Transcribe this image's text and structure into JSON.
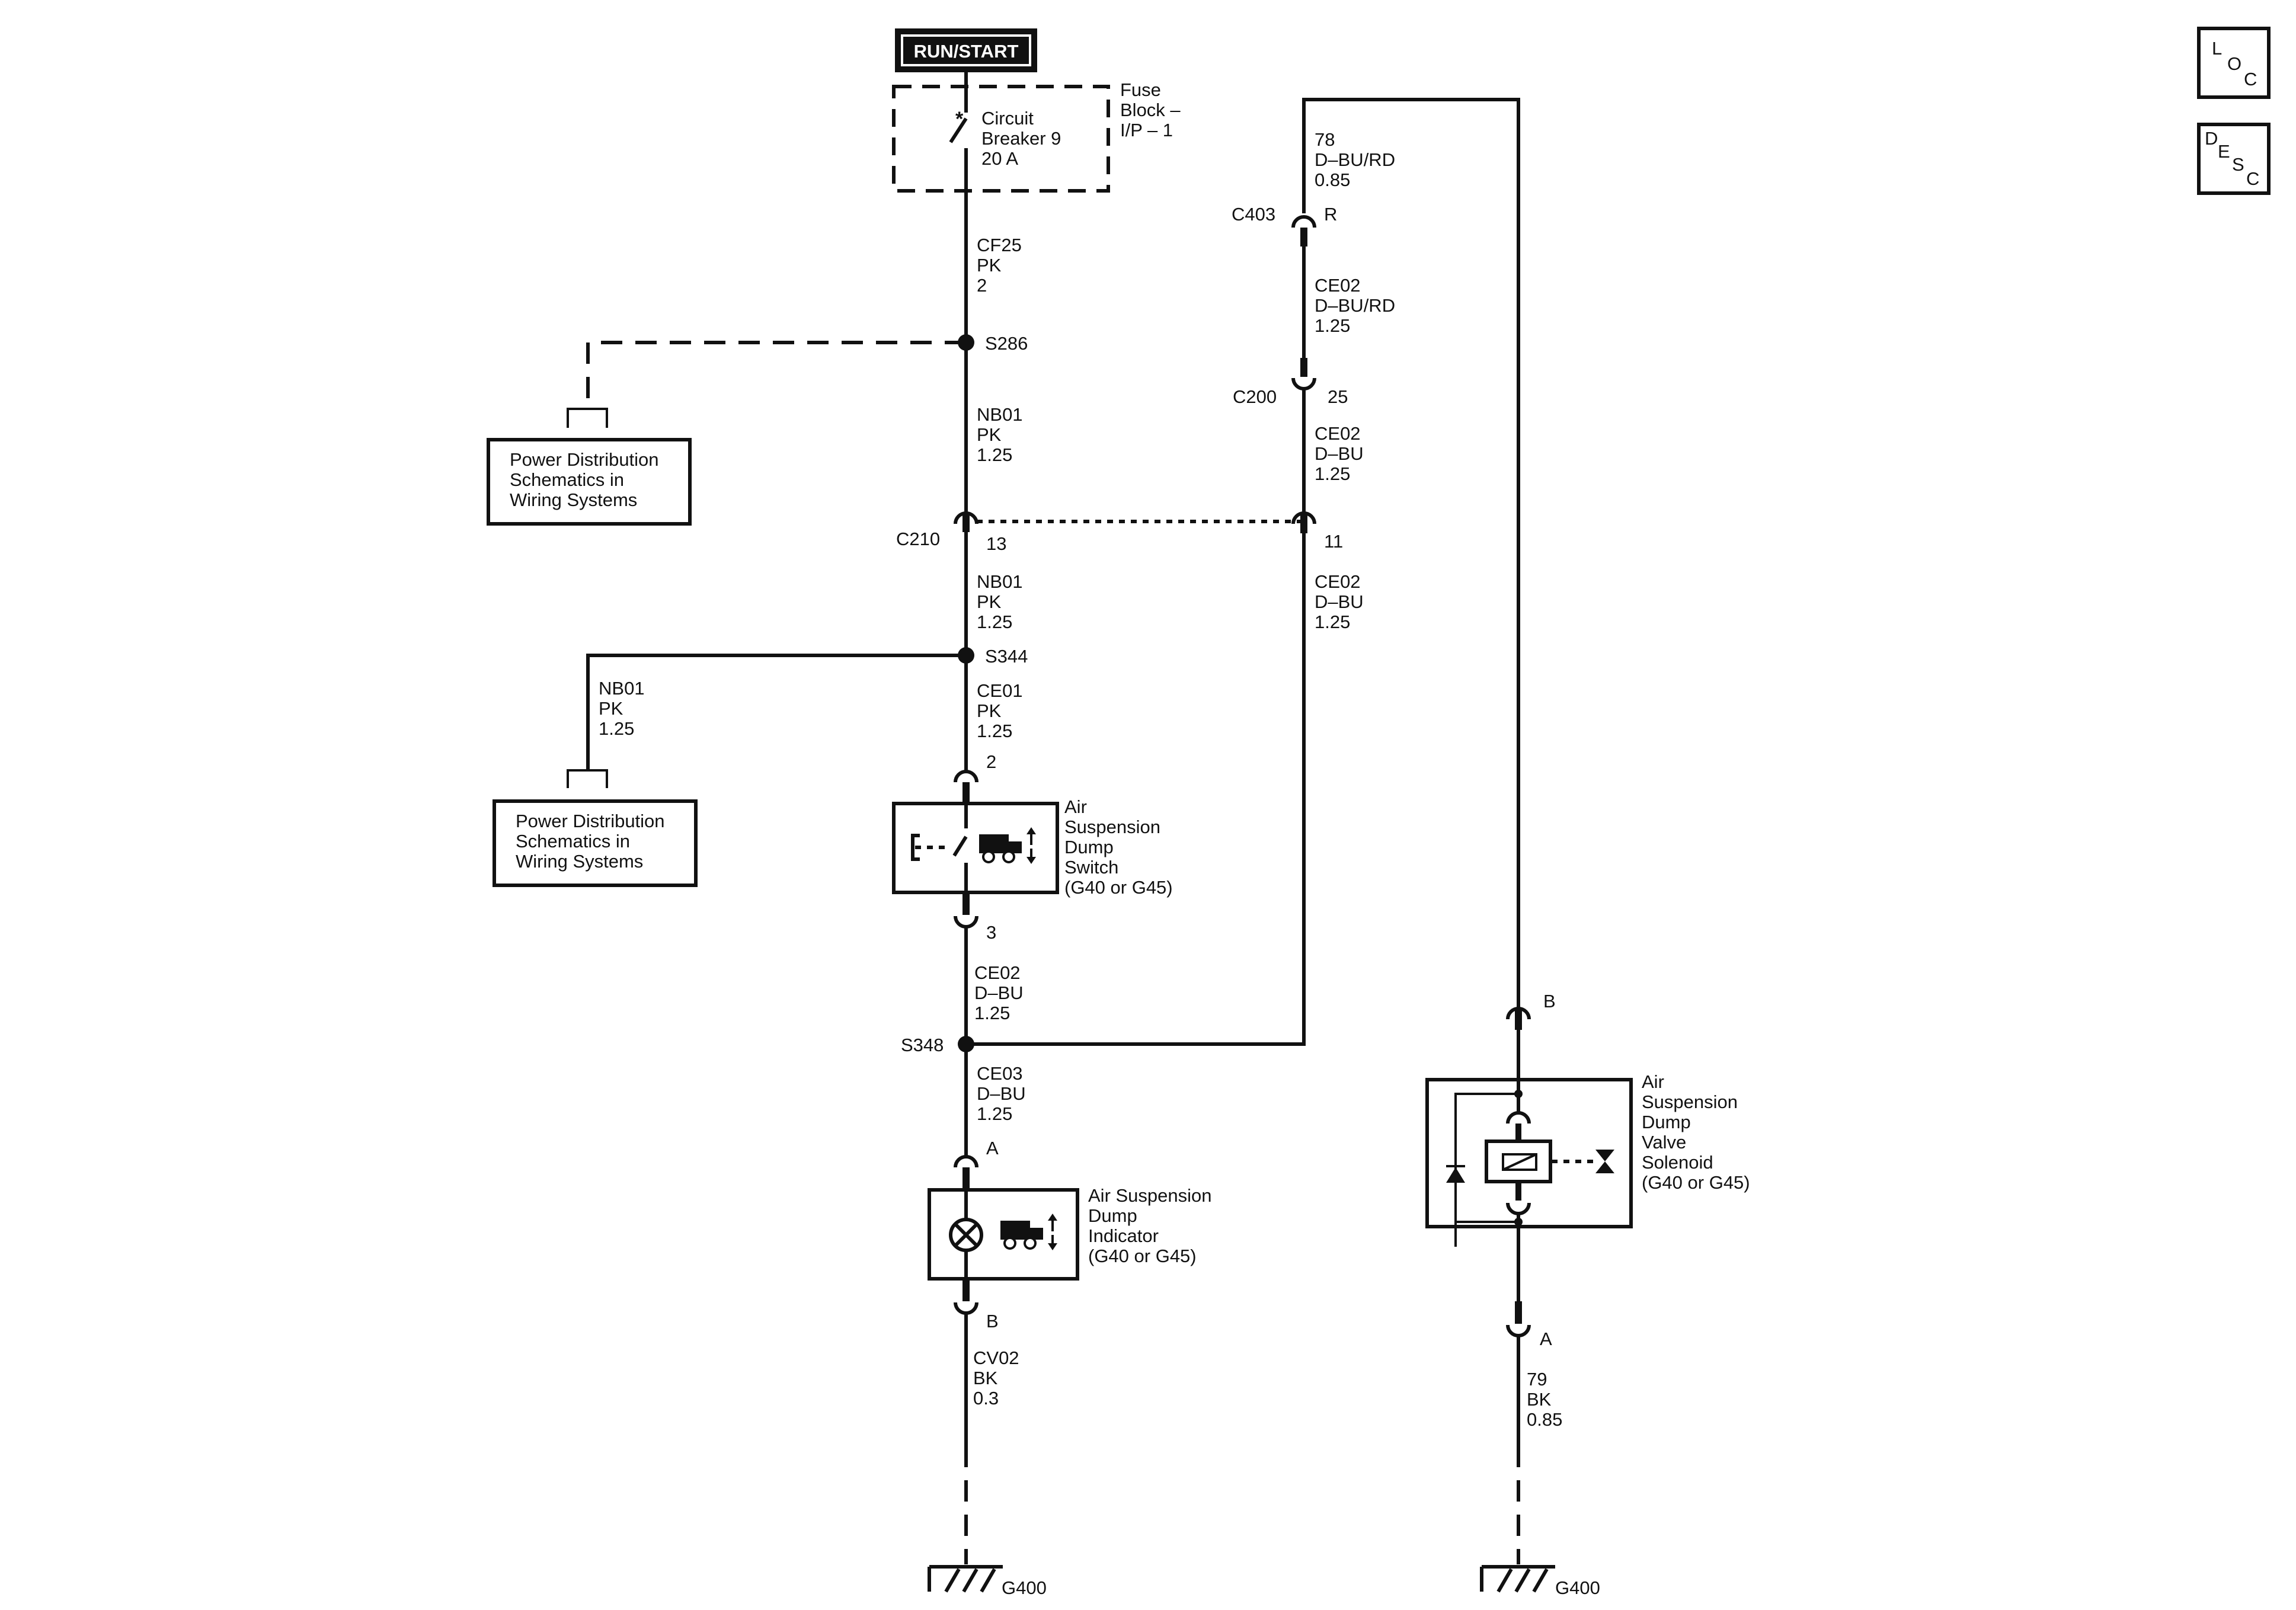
{
  "power": {
    "label": "RUN/START"
  },
  "fuse_block": {
    "name": [
      "Fuse",
      "Block –",
      "I/P – 1"
    ],
    "breaker": [
      "Circuit",
      "Breaker 9",
      "20 A"
    ]
  },
  "wires": {
    "cf25": [
      "CF25",
      "PK",
      "2"
    ],
    "nb01_a": [
      "NB01",
      "PK",
      "1.25"
    ],
    "nb01_b": [
      "NB01",
      "PK",
      "1.25"
    ],
    "nb01_c": [
      "NB01",
      "PK",
      "1.25"
    ],
    "ce01": [
      "CE01",
      "PK",
      "1.25"
    ],
    "ce02_a": [
      "CE02",
      "D–BU",
      "1.25"
    ],
    "ce03": [
      "CE03",
      "D–BU",
      "1.25"
    ],
    "cv02": [
      "CV02",
      "BK",
      "0.3"
    ],
    "w78": [
      "78",
      "D–BU/RD",
      "0.85"
    ],
    "ce02_rd": [
      "CE02",
      "D–BU/RD",
      "1.25"
    ],
    "ce02_b": [
      "CE02",
      "D–BU",
      "1.25"
    ],
    "ce02_c": [
      "CE02",
      "D–BU",
      "1.25"
    ],
    "w79": [
      "79",
      "BK",
      "0.85"
    ]
  },
  "splices": {
    "s286": "S286",
    "s344": "S344",
    "s348": "S348"
  },
  "connectors": {
    "c210": "C210",
    "c210_pin": "13",
    "c210_pin_r": "11",
    "c403": "C403",
    "c403_pin": "R",
    "c200": "C200",
    "c200_pin": "25",
    "switch_top": "2",
    "switch_bottom": "3",
    "indicator_top": "A",
    "indicator_bottom": "B",
    "solenoid_top": "B",
    "solenoid_bottom": "A"
  },
  "references": {
    "power_dist_1": [
      "Power Distribution",
      "Schematics in",
      "Wiring Systems"
    ],
    "power_dist_2": [
      "Power Distribution",
      "Schematics in",
      "Wiring Systems"
    ]
  },
  "components": {
    "switch": [
      "Air",
      "Suspension",
      "Dump",
      "Switch",
      "(G40 or G45)"
    ],
    "indicator": [
      "Air Suspension",
      "Dump",
      "Indicator",
      "(G40 or G45)"
    ],
    "solenoid": [
      "Air",
      "Suspension",
      "Dump",
      "Valve",
      "Solenoid",
      "(G40 or G45)"
    ]
  },
  "grounds": {
    "left": "G400",
    "right": "G400"
  },
  "nav_buttons": {
    "loc": [
      "L",
      "O",
      "C"
    ],
    "desc": [
      "D",
      "E",
      "S",
      "C"
    ]
  }
}
